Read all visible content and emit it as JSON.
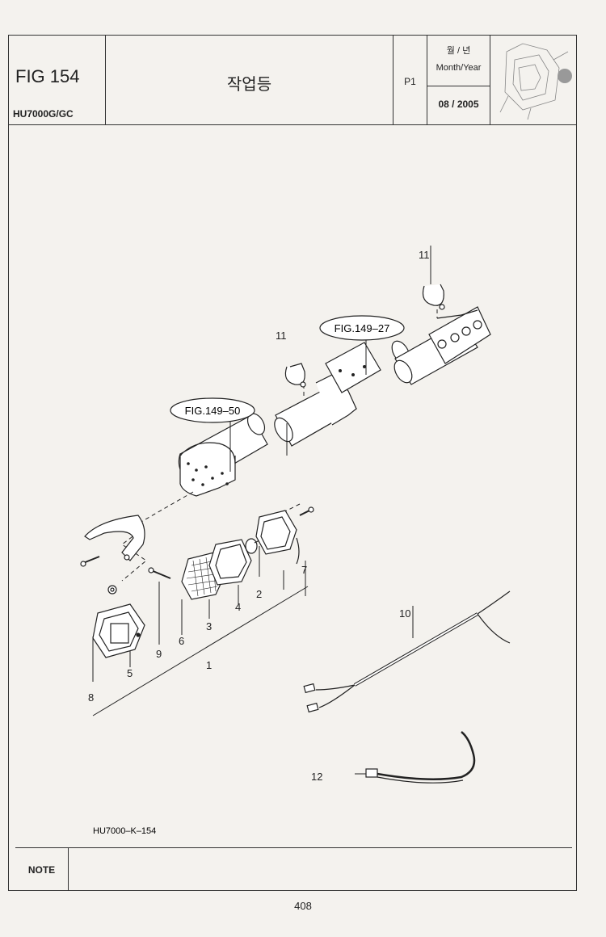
{
  "header": {
    "figure": "FIG 154",
    "model": "HU7000G/GC",
    "title": "작업등",
    "page_code": "P1",
    "month_year_label_ko": "월 / 년",
    "month_year_label_en": "Month/Year",
    "month_year_value": "08 / 2005",
    "thumbnail_icon": "machine-thumbnail"
  },
  "diagram": {
    "callouts": {
      "fig_149_27": "FIG.149–27",
      "fig_149_50": "FIG.149–50"
    },
    "part_numbers": {
      "p1": "1",
      "p2": "2",
      "p3": "3",
      "p4": "4",
      "p5": "5",
      "p6": "6",
      "p7": "7",
      "p8": "8",
      "p9": "9",
      "p10": "10",
      "p11a": "11",
      "p11b": "11",
      "p12": "12"
    },
    "drawing_code": "HU7000–K–154"
  },
  "note": {
    "label": "NOTE"
  },
  "page_number": "408"
}
